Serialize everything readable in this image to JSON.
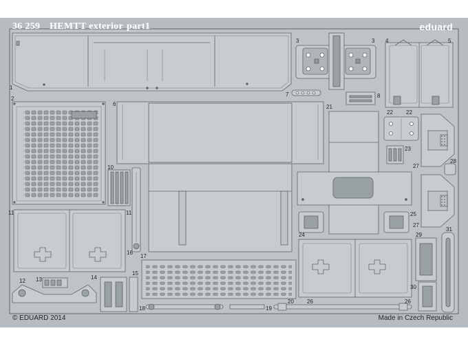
{
  "header": {
    "code": "36 259",
    "title": "HEMTT exterior",
    "part": "part1",
    "brand": "eduard"
  },
  "footer": {
    "copyright": "© EDUARD 2014",
    "made_in": "Made in Czech Republic"
  },
  "part_numbers": [
    "1",
    "2",
    "3",
    "4",
    "5",
    "6",
    "7",
    "8",
    "10",
    "11",
    "12",
    "13",
    "14",
    "15",
    "16",
    "17",
    "18",
    "19",
    "20",
    "21",
    "22",
    "23",
    "24",
    "25",
    "26",
    "27",
    "28",
    "29",
    "30",
    "31"
  ],
  "colors": {
    "fret": "#b6bcc0",
    "part": "#c7ccd0",
    "outline": "#5e6468",
    "edge": "#8f969a",
    "text": "#1f2326"
  }
}
